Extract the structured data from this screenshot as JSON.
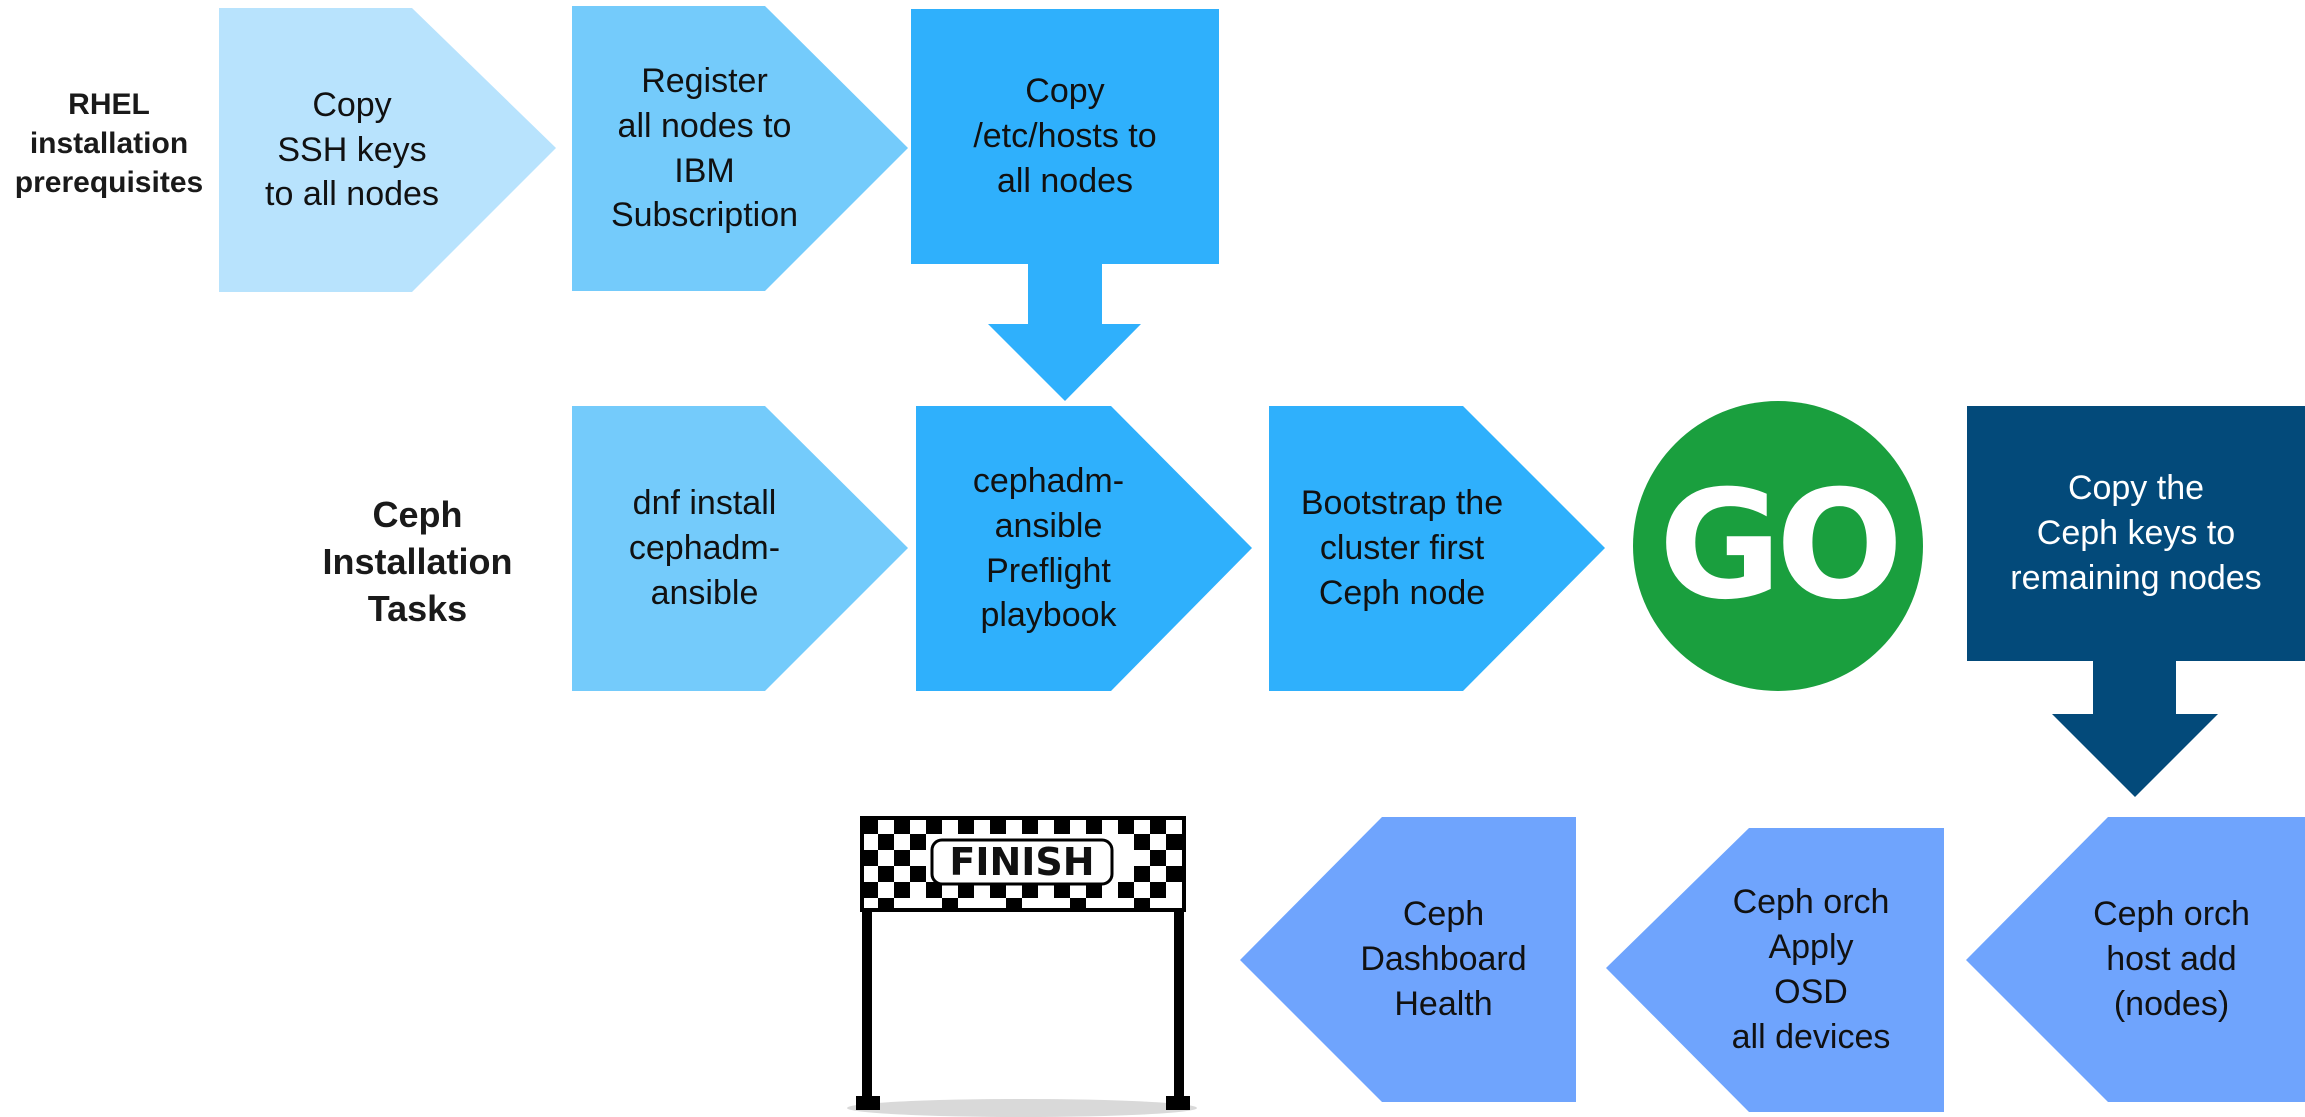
{
  "row_labels": {
    "rhel": "RHEL\ninstallation\nprerequisites",
    "ceph": "Ceph\nInstallation\nTasks"
  },
  "steps": {
    "copy_ssh_keys": "Copy\nSSH keys\nto all nodes",
    "register_nodes": "Register\nall nodes to\nIBM\nSubscription",
    "copy_etc_hosts": "Copy\n/etc/hosts to\nall nodes",
    "dnf_install": "dnf install\ncephadm-\nansible",
    "preflight_playbook": "cephadm-\nansible\nPreflight\nplaybook",
    "bootstrap_cluster": "Bootstrap the\ncluster first\nCeph node",
    "copy_ceph_keys": "Copy the\nCeph keys to\nremaining nodes",
    "orch_host_add": "Ceph orch\nhost add\n(nodes)",
    "orch_apply_osd": "Ceph orch\nApply\nOSD\nall devices",
    "dashboard_health": "Ceph\nDashboard\nHealth"
  },
  "go_badge": "GO",
  "finish_banner": "FINISH",
  "colors": {
    "lightest_blue": "#b8e3fd",
    "light_blue": "#74cbfb",
    "mid_blue": "#2fb0fc",
    "dark_navy": "#034a7a",
    "periwinkle": "#6fa4fd",
    "go_green": "#1a9f3e",
    "text_dark": "#111111",
    "text_light": "#ffffff"
  }
}
